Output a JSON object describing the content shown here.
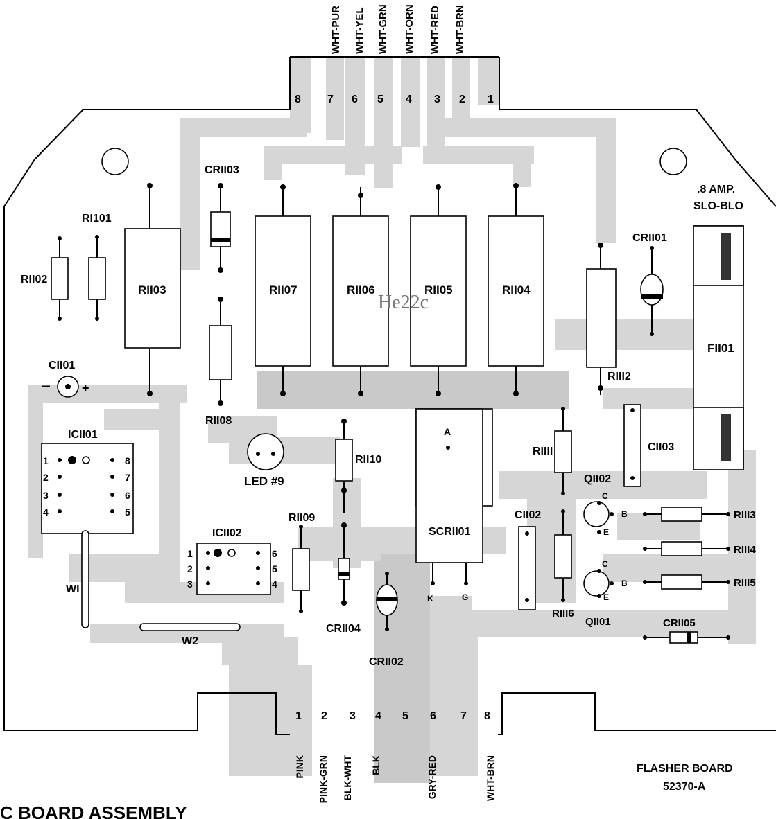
{
  "top_wires": [
    {
      "num": "8",
      "color": ""
    },
    {
      "num": "7",
      "color": "WHT-PUR"
    },
    {
      "num": "6",
      "color": "WHT-YEL"
    },
    {
      "num": "5",
      "color": "WHT-GRN"
    },
    {
      "num": "4",
      "color": "WHT-ORN"
    },
    {
      "num": "3",
      "color": "WHT-RED"
    },
    {
      "num": "2",
      "color": "WHT-BRN"
    },
    {
      "num": "1",
      "color": ""
    }
  ],
  "bottom_wires": [
    {
      "num": "1",
      "color": "PINK"
    },
    {
      "num": "2",
      "color": "PINK-GRN"
    },
    {
      "num": "3",
      "color": "BLK-WHT"
    },
    {
      "num": "4",
      "color": "BLK"
    },
    {
      "num": "5",
      "color": ""
    },
    {
      "num": "6",
      "color": "GRY-RED"
    },
    {
      "num": "7",
      "color": ""
    },
    {
      "num": "8",
      "color": "WHT-BRN"
    }
  ],
  "components": {
    "r1101": "RI101",
    "r1102": "RII02",
    "r1103": "RII03",
    "r1104": "RII04",
    "r1105": "RII05",
    "r1106": "RII06",
    "r1107": "RII07",
    "r1108": "RII08",
    "r1109": "RII09",
    "r1110": "RII10",
    "r1111": "RIIII",
    "r1112": "RIII2",
    "r1113": "RIII3",
    "r1114": "RIII4",
    "r1115": "RIII5",
    "r1116": "RIII6",
    "cr1101": "CRII01",
    "cr1102": "CRII02",
    "cr1103": "CRII03",
    "cr1104": "CRII04",
    "cr1105": "CRII05",
    "c1101": "CII01",
    "c1102": "CII02",
    "c1103": "CII03",
    "ic1101": "ICII01",
    "ic1102": "ICII02",
    "q1101": "QII01",
    "q1102": "QII02",
    "scr1101": "SCRII01",
    "f1101": "FII01",
    "w1": "WI",
    "w2": "W2",
    "led": "LED #9",
    "fuse_rating_1": ".8 AMP.",
    "fuse_rating_2": "SLO-BLO",
    "board_name": "FLASHER BOARD",
    "board_number": "52370-A",
    "caption": "C  BOARD ASSEMBLY",
    "silk_text": "He22c",
    "scr_pin_a": "A",
    "scr_pin_k": "K",
    "scr_pin_g": "G",
    "pin_c": "C",
    "pin_b": "B",
    "pin_e": "E",
    "plus": "+",
    "minus": "−"
  },
  "ic1101_pins": [
    "1",
    "2",
    "3",
    "4",
    "8",
    "7",
    "6",
    "5"
  ],
  "ic1102_pins": [
    "1",
    "2",
    "3",
    "6",
    "5",
    "4"
  ]
}
